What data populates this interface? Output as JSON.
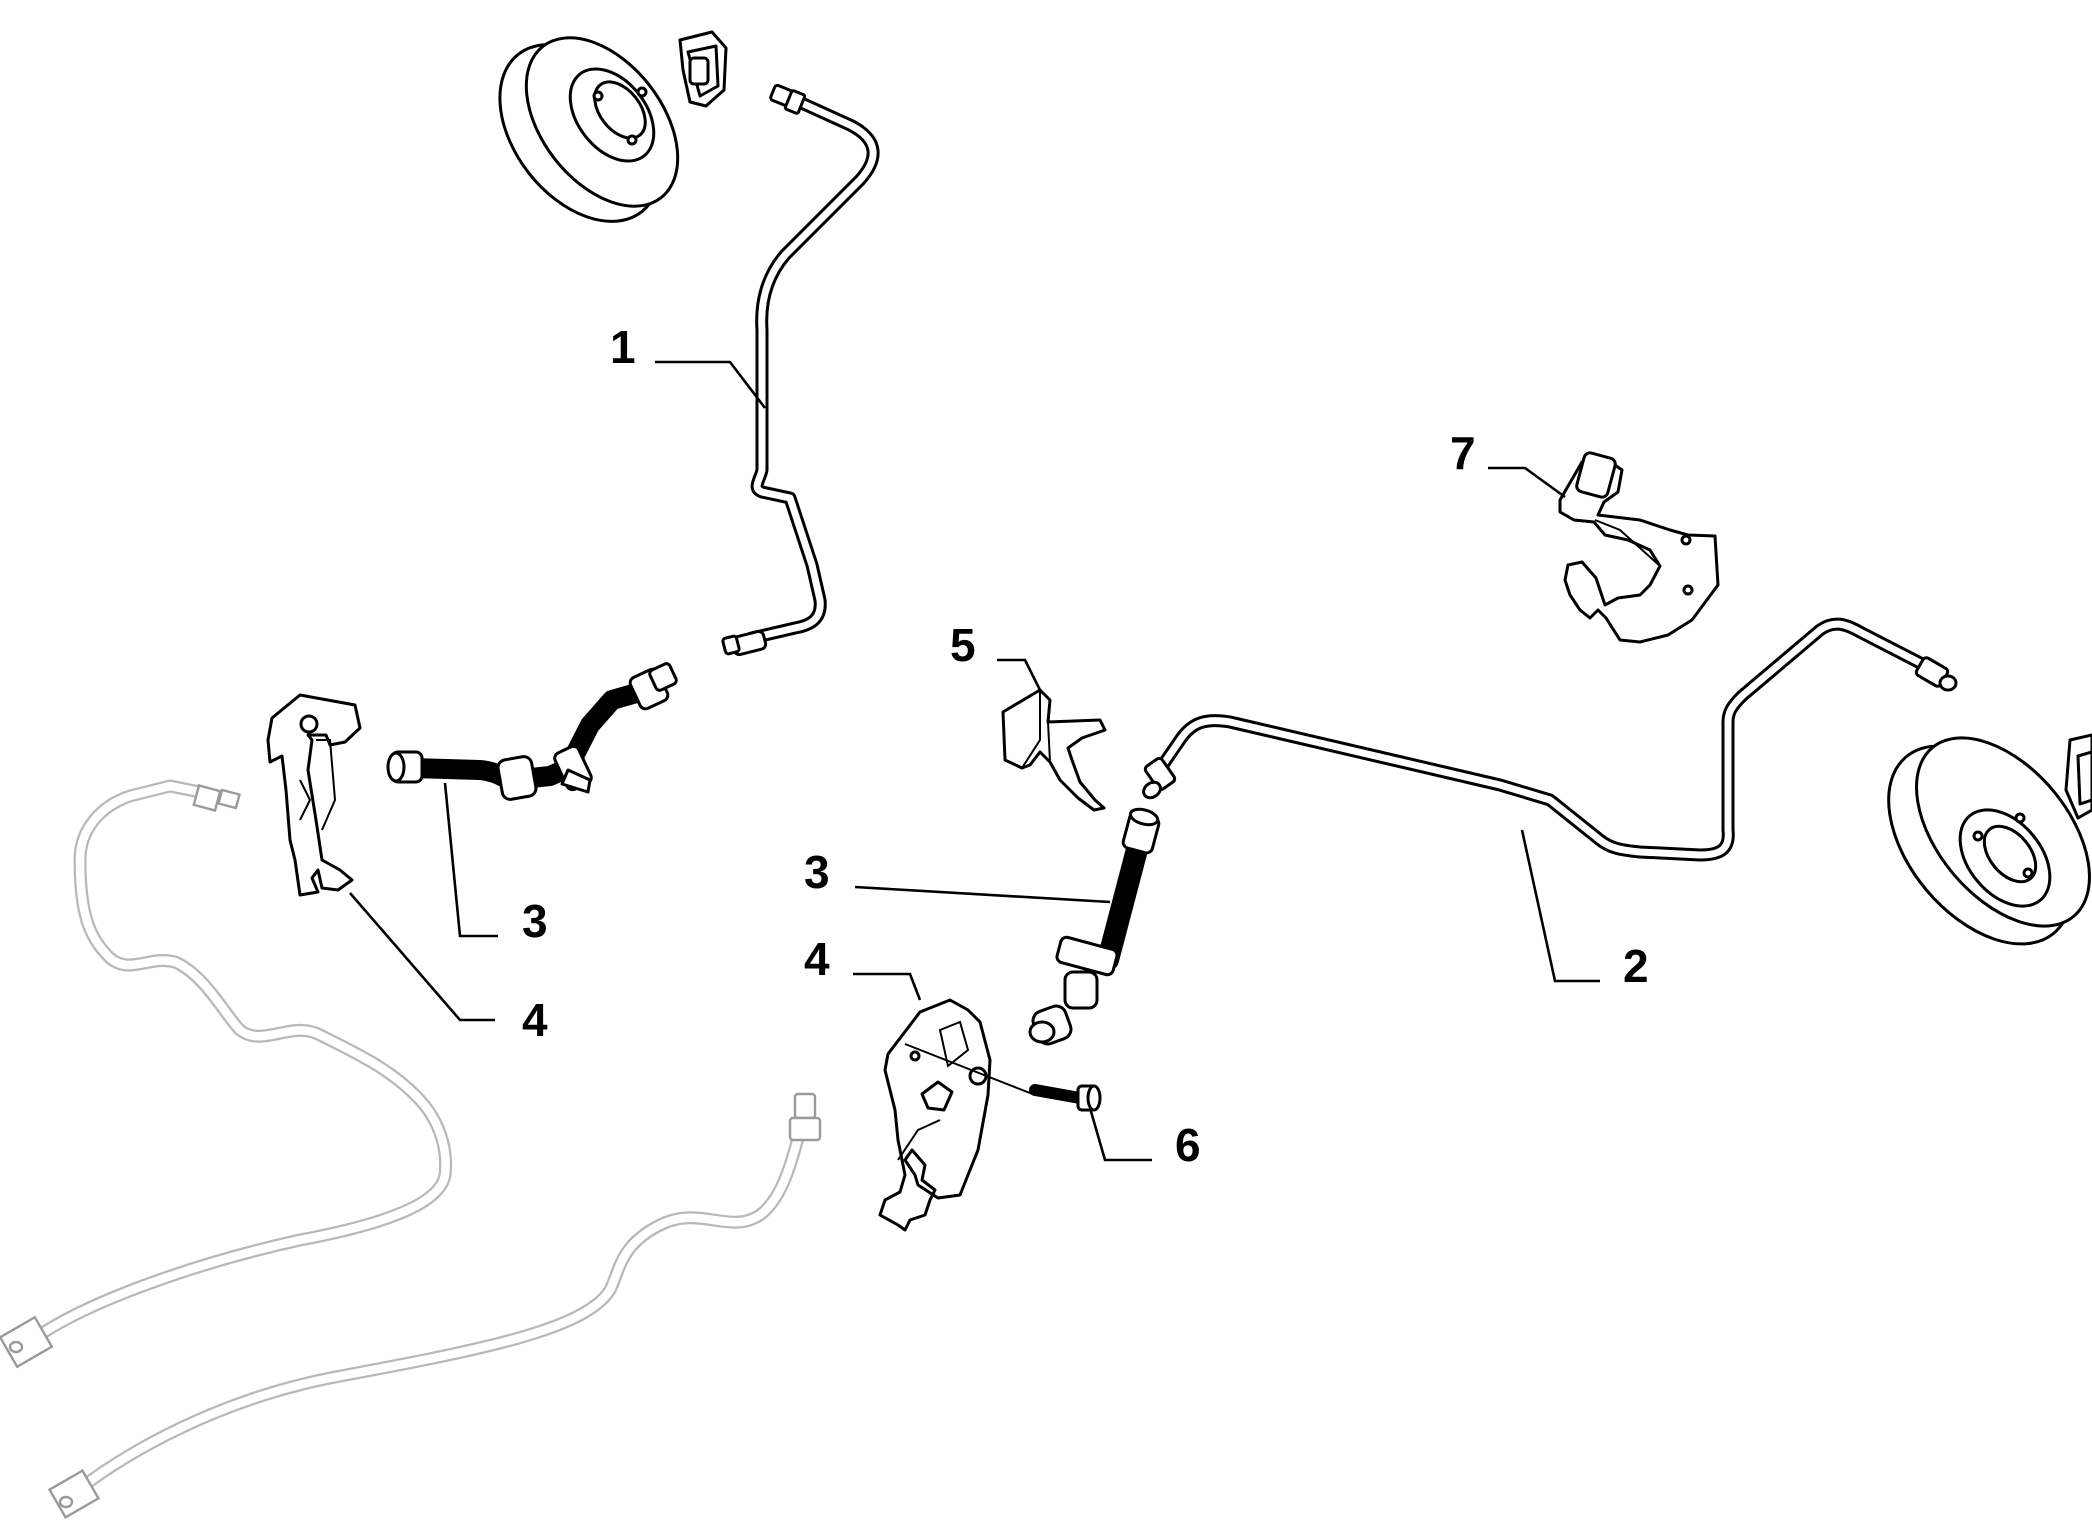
{
  "callouts": [
    {
      "id": "c1",
      "number": "1"
    },
    {
      "id": "c2",
      "number": "2"
    },
    {
      "id": "c3a",
      "number": "3"
    },
    {
      "id": "c3b",
      "number": "3"
    },
    {
      "id": "c4a",
      "number": "4"
    },
    {
      "id": "c4b",
      "number": "4"
    },
    {
      "id": "c5",
      "number": "5"
    },
    {
      "id": "c6",
      "number": "6"
    },
    {
      "id": "c7",
      "number": "7"
    }
  ],
  "colors": {
    "line": "#000000",
    "ghost": "#b8b8b8",
    "background": "#ffffff"
  }
}
